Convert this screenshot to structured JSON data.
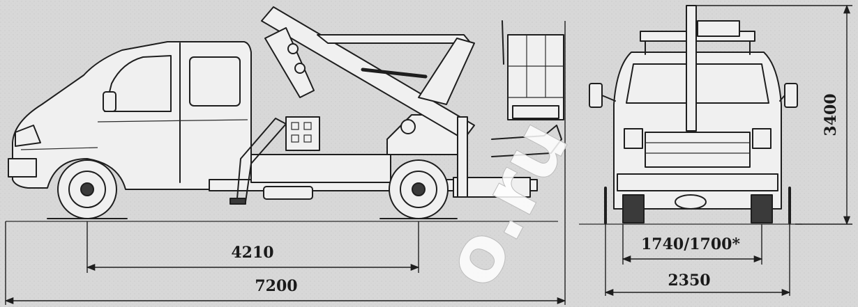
{
  "dimensions": {
    "wheelbase": "4210",
    "overall_length": "7200",
    "track_width": "1740/1700*",
    "overall_width": "2350",
    "overall_height": "3400"
  },
  "watermark": "o.ru"
}
